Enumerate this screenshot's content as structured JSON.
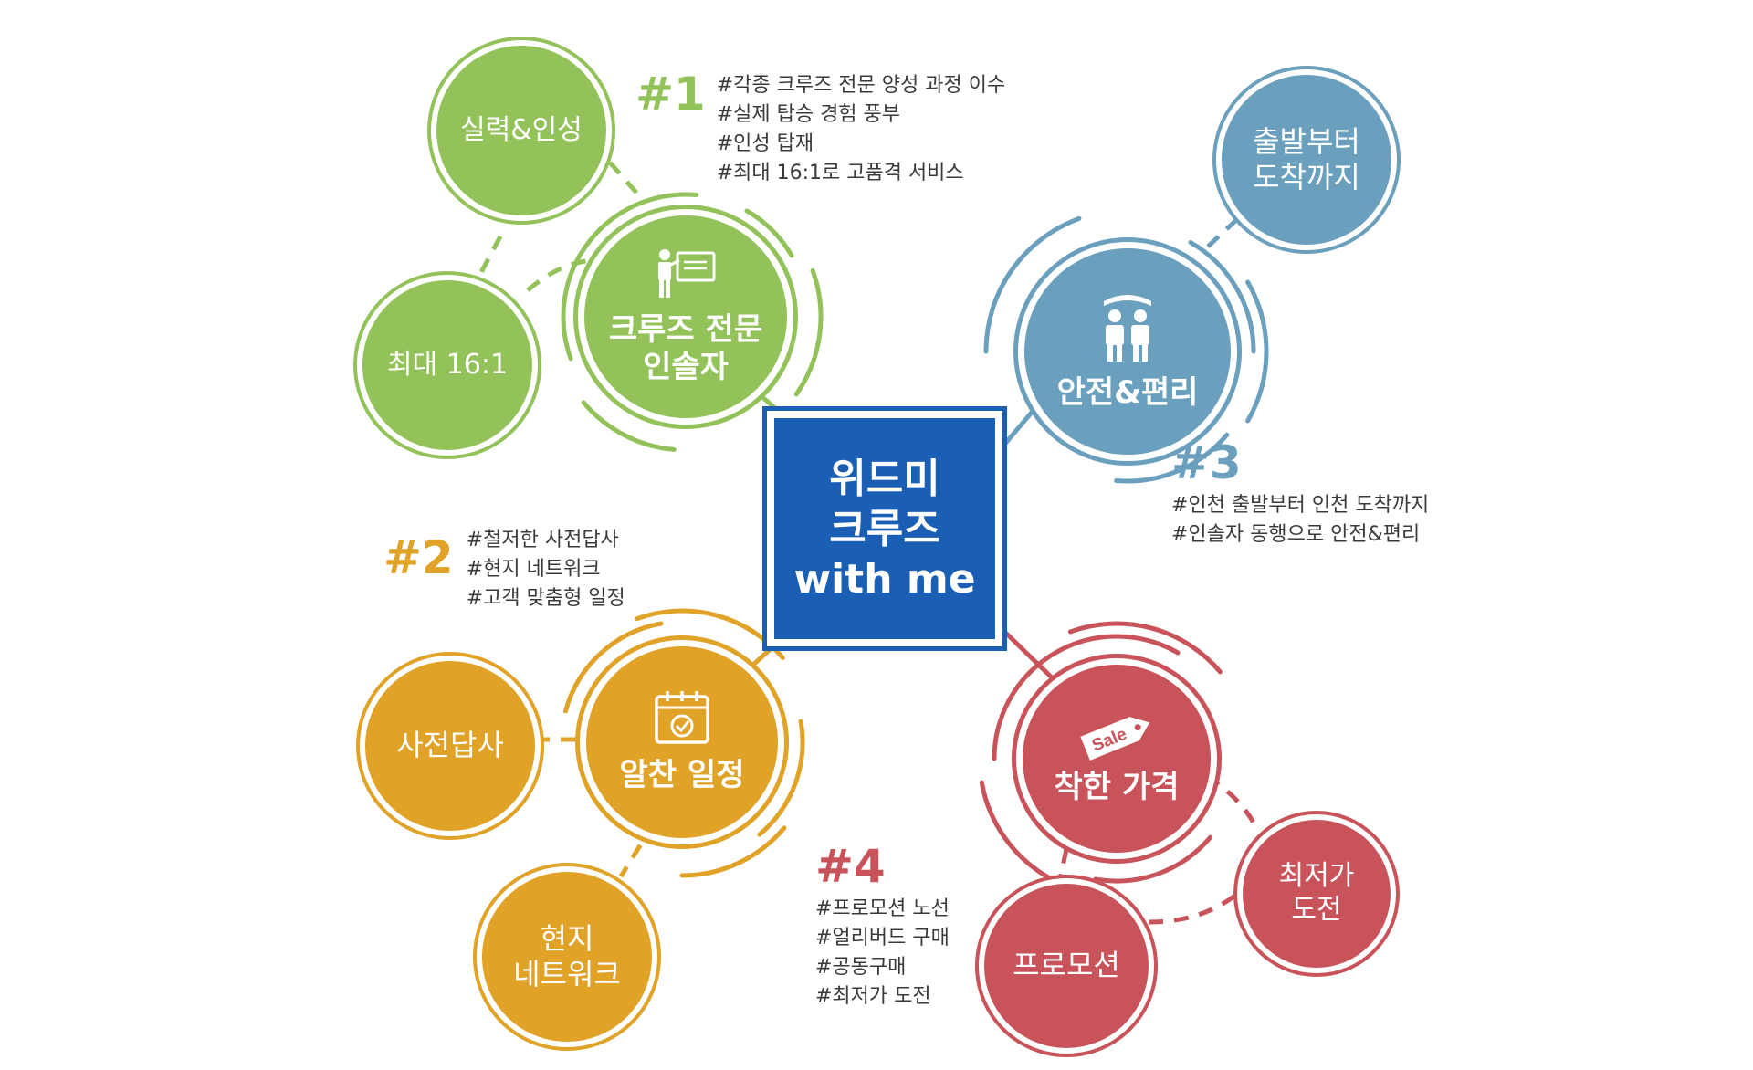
{
  "center": {
    "label": "위드미\n크루즈\nwith me"
  },
  "colors": {
    "green": "#93c25a",
    "blue": "#6a9fbd",
    "orange": "#e0a227",
    "red": "#c9535a",
    "center": "#1b5fb5"
  },
  "groups": {
    "guide": {
      "title": "크루즈 전문\n인솔자",
      "icon": "presenter-icon",
      "sub": [
        "실력&인성",
        "최대 16:1"
      ],
      "num": "#1",
      "notes": [
        "#각종 크루즈 전문 양성 과정 이수",
        "#실제 탑승 경험 풍부",
        "#인성 탑재",
        "#최대 16:1로 고품격 서비스"
      ]
    },
    "safety": {
      "title": "안전&편리",
      "icon": "protected-people-icon",
      "sub": [
        "출발부터\n도착까지"
      ],
      "num": "#3",
      "notes": [
        "#인천 출발부터 인천 도착까지",
        "#인솔자 동행으로 안전&편리"
      ]
    },
    "schedule": {
      "title": "알찬 일정",
      "icon": "calendar-check-icon",
      "sub": [
        "사전답사",
        "현지\n네트워크"
      ],
      "num": "#2",
      "notes": [
        "#철저한 사전답사",
        "#현지 네트워크",
        "#고객 맞춤형 일정"
      ]
    },
    "price": {
      "title": "착한 가격",
      "icon": "sale-tag-icon",
      "icon_text": "Sale",
      "sub": [
        "프로모션",
        "최저가\n도전"
      ],
      "num": "#4",
      "notes": [
        "#프로모션 노선",
        "#얼리버드 구매",
        "#공동구매",
        "#최저가 도전"
      ]
    }
  }
}
